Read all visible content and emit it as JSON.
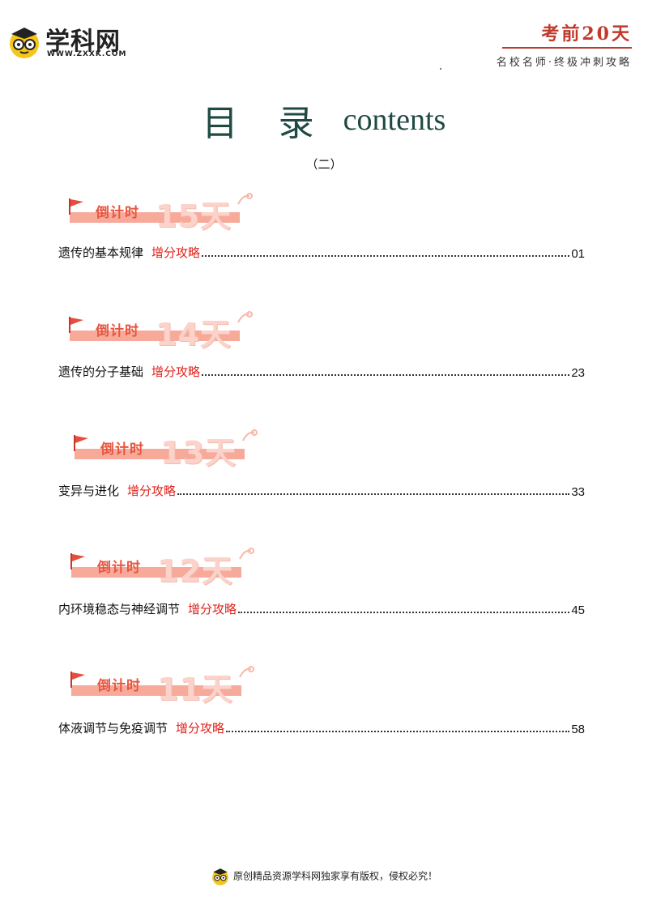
{
  "header": {
    "logo_text": "学科网",
    "logo_url": "WWW.ZXXK.COM",
    "badge": "考前20天",
    "subtitle": "名校名师·终极冲刺攻略"
  },
  "title": {
    "cn": "目 录",
    "en": "contents"
  },
  "part": "（二）",
  "sections": [
    {
      "label": "倒计时",
      "days": "15天",
      "title": "遗传的基本规律",
      "strategy": "增分攻略",
      "page": "01"
    },
    {
      "label": "倒计时",
      "days": "14天",
      "title": "遗传的分子基础",
      "strategy": "增分攻略",
      "page": "23"
    },
    {
      "label": "倒计时",
      "days": "13天",
      "title": "变异与进化",
      "strategy": "增分攻略",
      "page": "33"
    },
    {
      "label": "倒计时",
      "days": "12天",
      "title": "内环境稳态与神经调节",
      "strategy": "增分攻略",
      "page": "45"
    },
    {
      "label": "倒计时",
      "days": "11天",
      "title": "体液调节与免疫调节",
      "strategy": "增分攻略",
      "page": "58"
    }
  ],
  "footer": {
    "text": "原创精品资源学科网独家享有版权，侵权必究！"
  },
  "colors": {
    "accent_red": "#e0231c",
    "title_green": "#1f4a44",
    "banner_orange": "#e8553f",
    "banner_stripe": "#f7a99a"
  }
}
